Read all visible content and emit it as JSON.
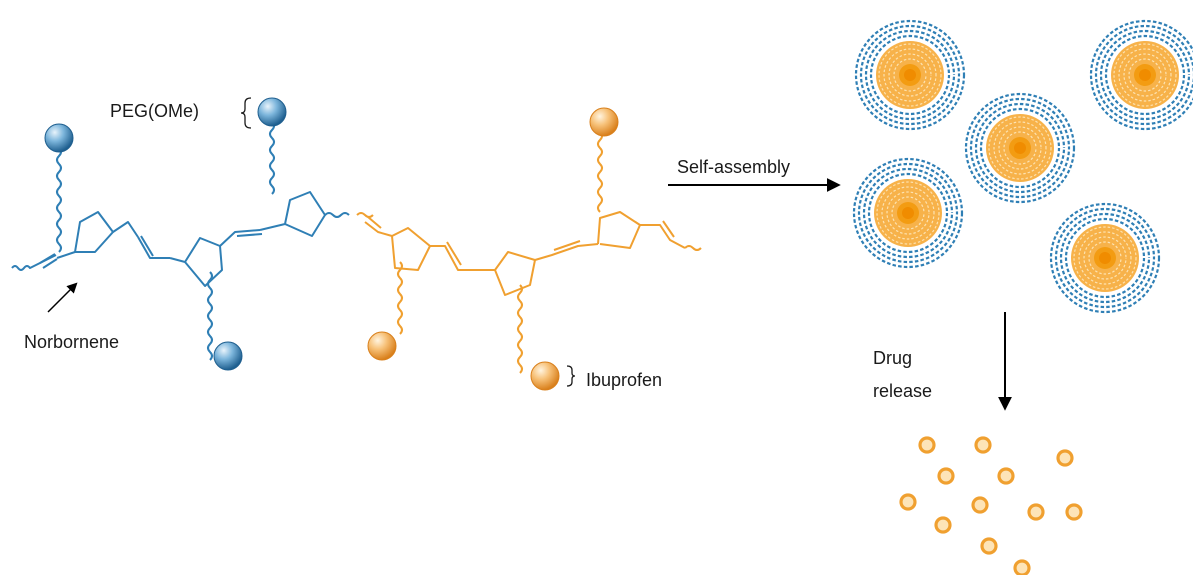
{
  "labels": {
    "peg": "PEG(OMe)",
    "norbornene": "Norbornene",
    "ibuprofen": "Ibuprofen",
    "self_assembly": "Self-assembly",
    "drug_release_line1": "Drug",
    "drug_release_line2": "release"
  },
  "colors": {
    "blue": "#2f7fb5",
    "orange": "#f0a030",
    "orange_core": "#f39c12",
    "text": "#1a1a1a",
    "arrow": "#000000"
  },
  "icons": {
    "peg_ball": "blue-sphere-icon",
    "drug_ball": "orange-sphere-icon",
    "micelle": "micelle-icon",
    "released_drug": "orange-ring-icon"
  }
}
